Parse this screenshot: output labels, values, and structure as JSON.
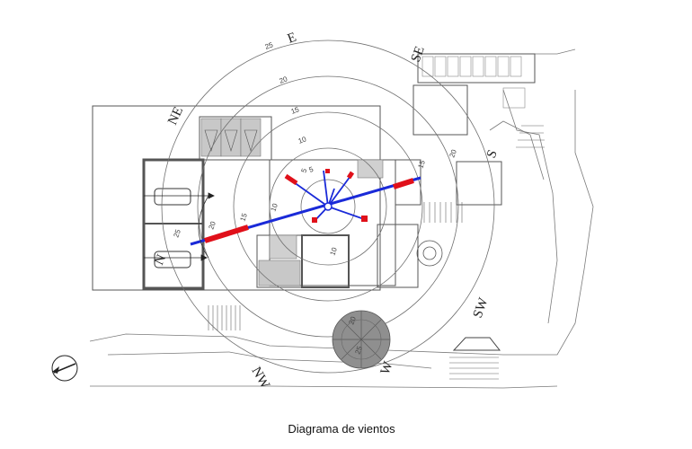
{
  "caption": "Diagrama de vientos",
  "directions": {
    "ne": "NE",
    "e": "E",
    "se": "SE",
    "s": "S",
    "sw": "SW",
    "w": "W",
    "nw": "NW",
    "n": "N"
  },
  "rings": {
    "outer_ne": "25",
    "mid_ne": "20",
    "inner_ne": "15",
    "small_ne": "10",
    "tiny_ne": "5",
    "outer_w": "25",
    "mid_w": "20",
    "inner_w": "15",
    "small_w": "10",
    "tiny_w": "5",
    "right_15": "15",
    "right_20": "20",
    "tree_20": "20",
    "tree_25": "25",
    "bottom_10": "10"
  },
  "colors": {
    "wind_red": "#e0101a",
    "wind_blue": "#1a2ad8",
    "line": "#6f6f6f",
    "tree": "#8a8a8a"
  }
}
